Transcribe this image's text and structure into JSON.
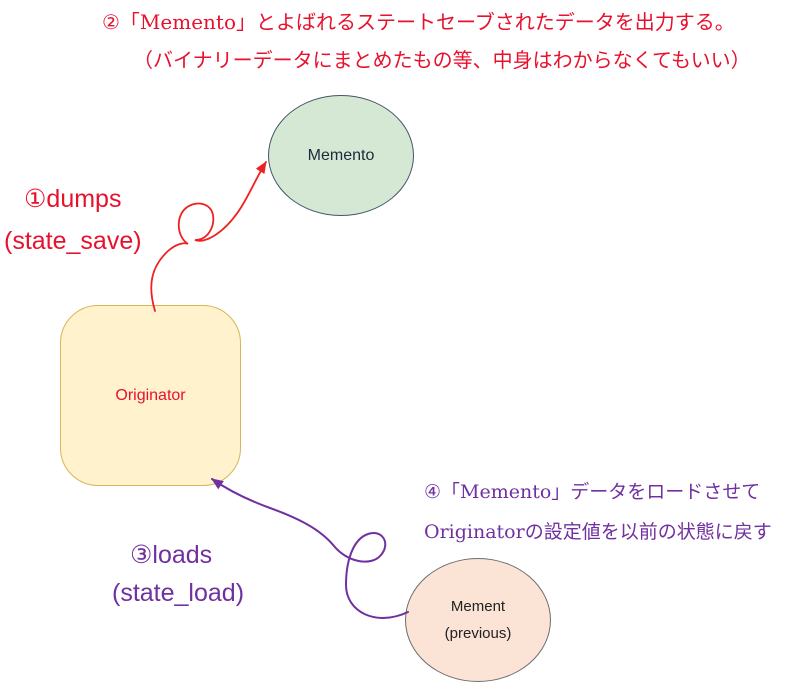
{
  "annotations": {
    "step2_line1": "②「Memento」とよばれるステートセーブされたデータを出力する。",
    "step2_line2": "（バイナリーデータにまとめたもの等、中身はわからなくてもいい）",
    "step1_label": "①dumps",
    "step1_sub": "(state_save)",
    "step3_label": "③loads",
    "step3_sub": "(state_load)",
    "step4_line1": "④「Memento」データをロードさせて",
    "step4_line2": "Originatorの設定値を以前の状態に戻す"
  },
  "nodes": {
    "memento": {
      "label": "Memento"
    },
    "originator": {
      "label": "Originator"
    },
    "memento_previous": {
      "label_line1": "Mement",
      "label_line2": "(previous)"
    }
  },
  "colors": {
    "red_text": "#e8112d",
    "red_arrow": "#f02020",
    "purple": "#7030a0",
    "memento_fill": "#d5e8d4",
    "memento_stroke": "#44546a",
    "originator_fill": "#fff2cc",
    "originator_stroke": "#d6b656",
    "previous_fill": "#fbe3d5",
    "previous_stroke": "#6e6e6e"
  }
}
